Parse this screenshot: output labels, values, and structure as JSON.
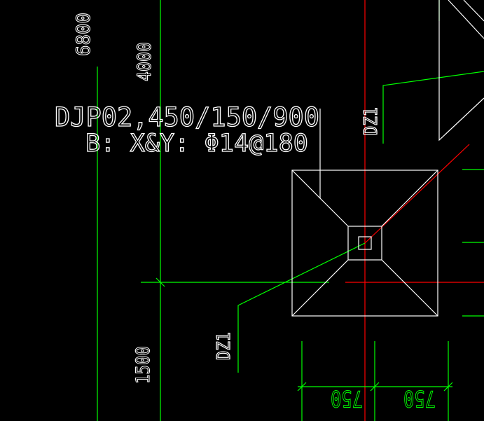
{
  "drawing": {
    "background": "#000000",
    "colors": {
      "outline": "#ffffff",
      "dimension": "#00ff00",
      "axis": "#ff0000"
    },
    "footing_label_line1": "DJP02,450/150/900",
    "footing_label_line2": "B: X&Y: Φ14@180",
    "column_tag_top": "DZ1",
    "column_tag_bottom": "DZ1",
    "dim_6800": "6800",
    "dim_4000": "4000",
    "dim_1500": "1500",
    "dim_750_left": "750",
    "dim_750_right": "750"
  }
}
